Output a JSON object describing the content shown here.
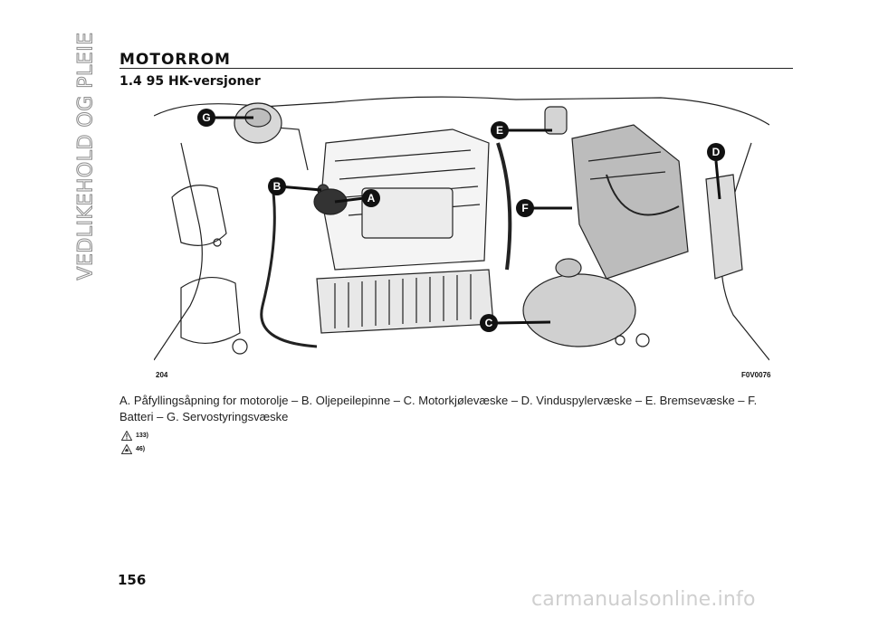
{
  "side_title": "VEDLIKEHOLD OG PLEIE",
  "heading": "MOTORROM",
  "subheading": "1.4 95 HK-versjoner",
  "figure": {
    "labels": [
      "G",
      "E",
      "D",
      "B",
      "A",
      "F",
      "C"
    ],
    "number": "204",
    "code": "F0V0076"
  },
  "caption": "A. Påfyllingsåpning for motorolje – B. Oljepeilepinne – C. Motorkjølevæske – D. Vinduspylervæske – E. Bremsevæske – F. Batteri – G. Servostyringsvæske",
  "references": [
    {
      "icon": "warning-triangle-icon",
      "text": "133)"
    },
    {
      "icon": "caution-hand-icon",
      "text": "46)"
    }
  ],
  "page_number": "156",
  "watermark": "carmanualsonline.info"
}
